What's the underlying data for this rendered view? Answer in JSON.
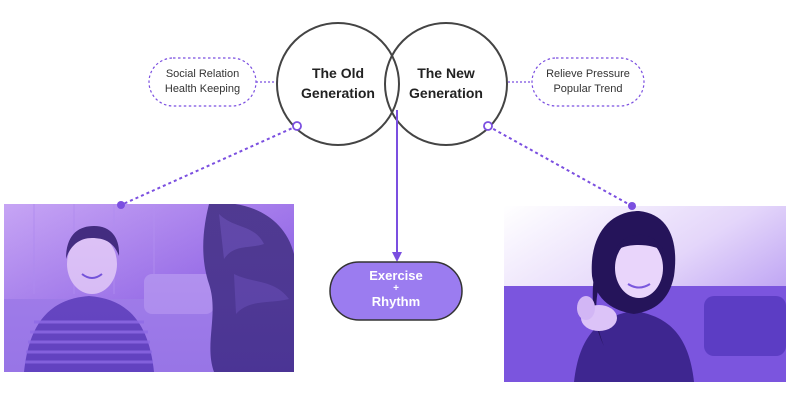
{
  "diagram": {
    "circles": [
      {
        "id": "old",
        "line1": "The Old",
        "line2": "Generation"
      },
      {
        "id": "new",
        "line1": "The New",
        "line2": "Generation"
      }
    ],
    "pills": [
      {
        "id": "left",
        "line1": "Social Relation",
        "line2": "Health Keeping"
      },
      {
        "id": "right",
        "line1": "Relieve Pressure",
        "line2": "Popular Trend"
      }
    ],
    "outcome": {
      "line1": "Exercise",
      "line2": "+",
      "line3": "Rhythm"
    },
    "colors": {
      "accent": "#7b4fe0",
      "outcome_fill": "#9b7cf0",
      "outline": "#444444",
      "photo_tint": "#8c63ee"
    },
    "photos": [
      {
        "id": "old-woman",
        "subject": "older woman smiling"
      },
      {
        "id": "young-woman",
        "subject": "young woman smiling"
      }
    ]
  }
}
